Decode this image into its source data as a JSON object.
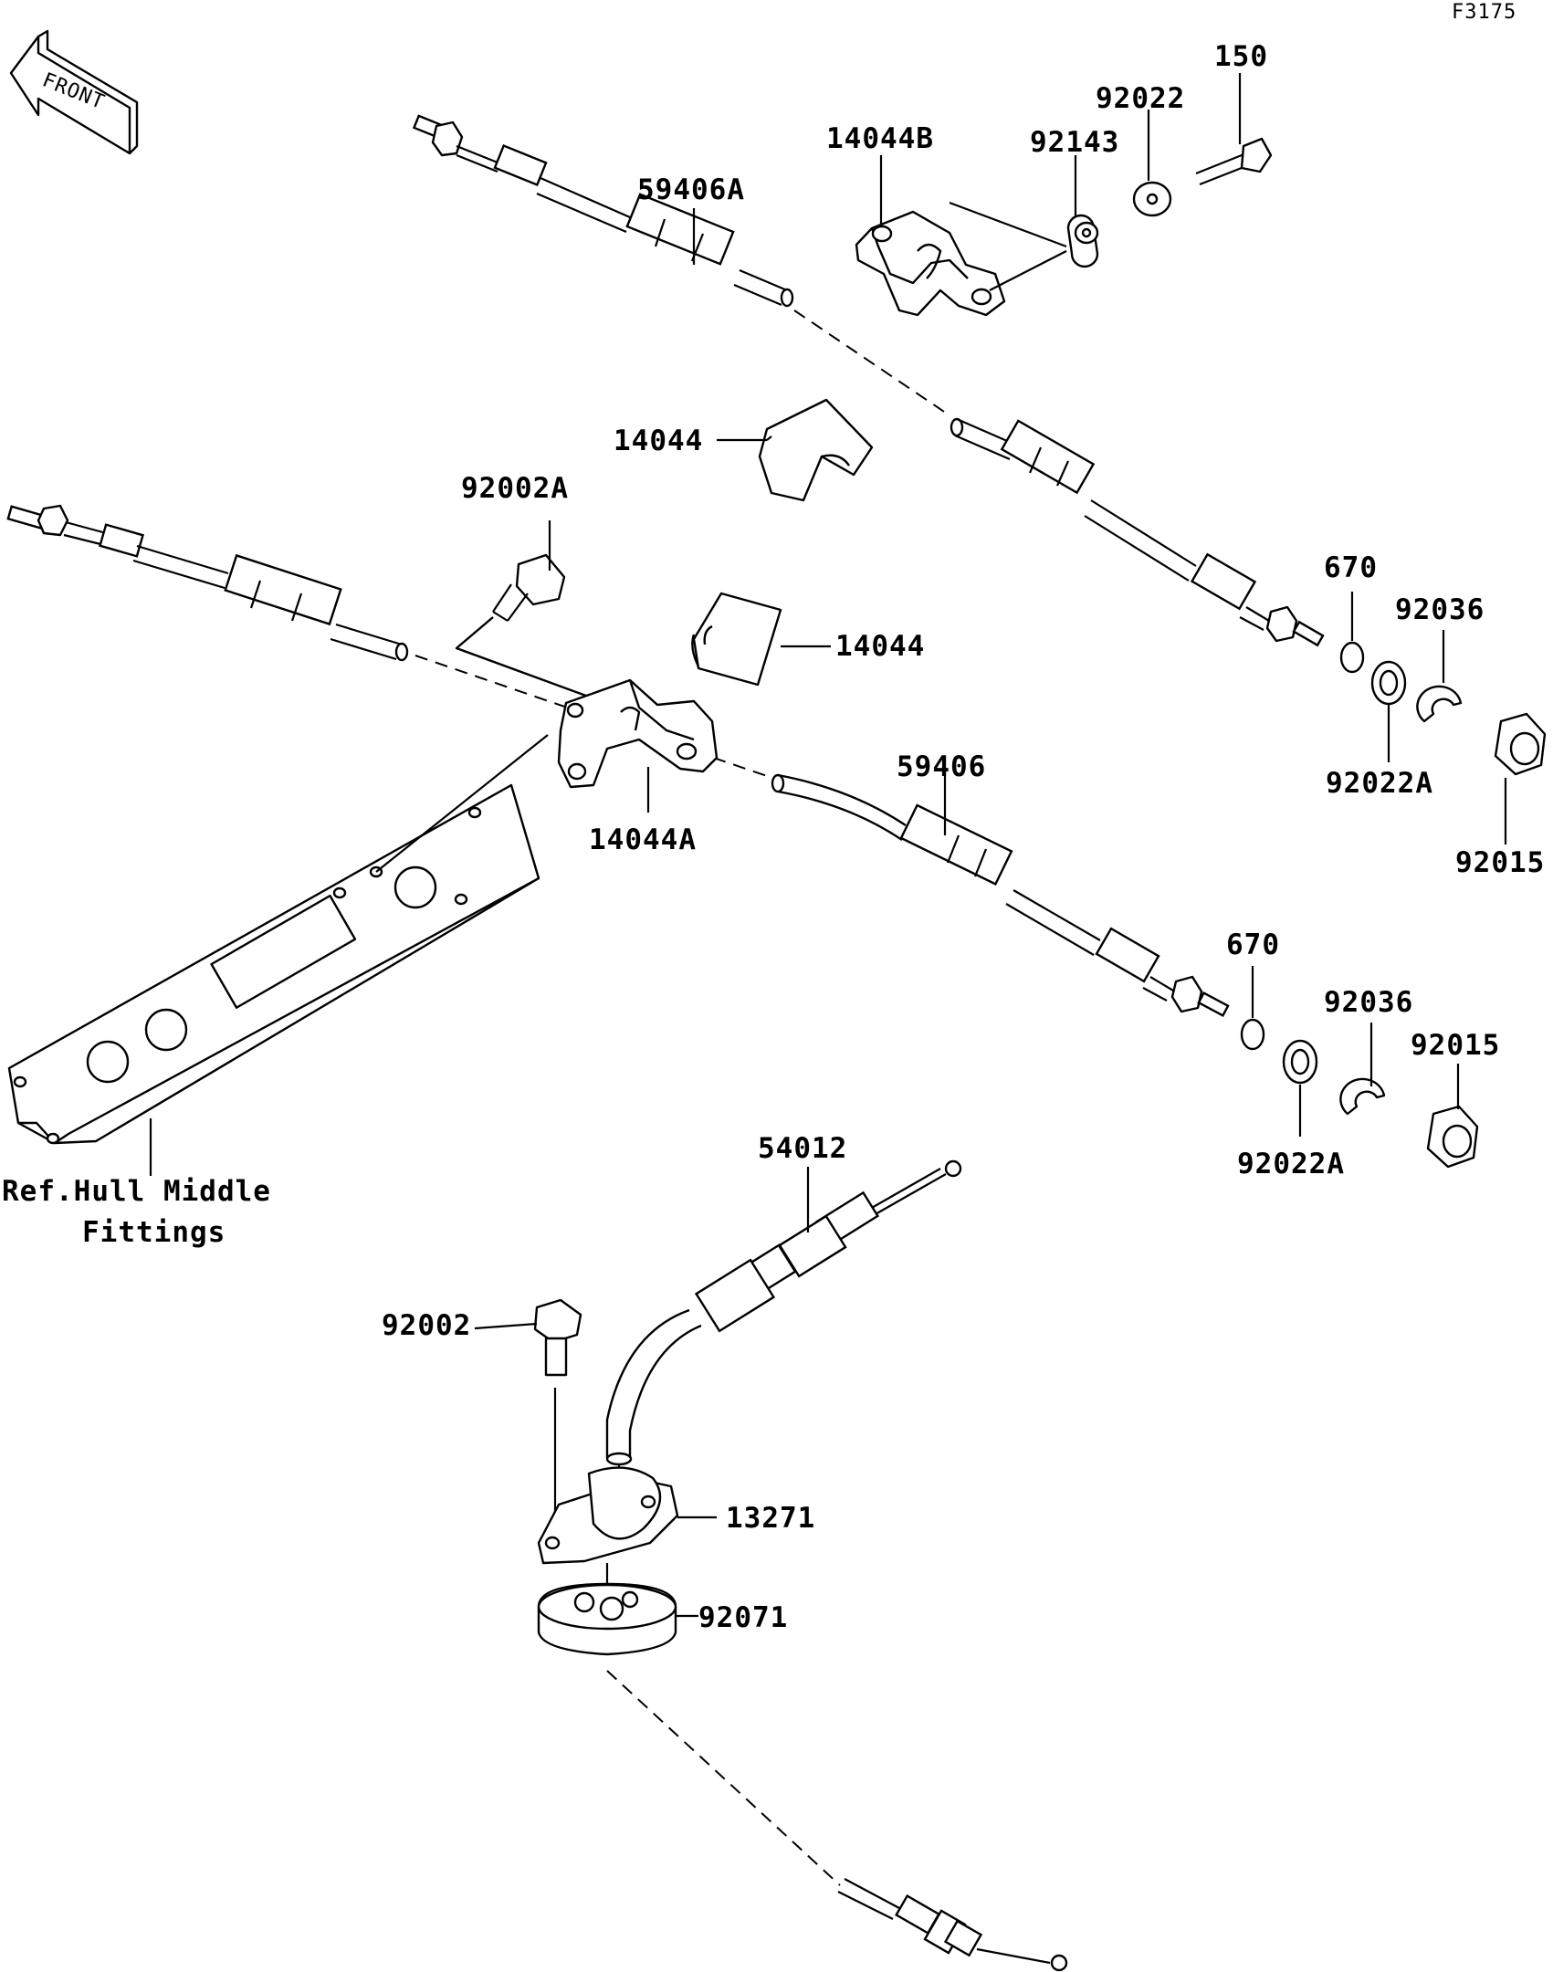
{
  "figure_code": "F3175",
  "front_arrow": {
    "text": "FRONT",
    "icon": "front-arrow-icon"
  },
  "reference_note": {
    "line1": "Ref.Hull Middle",
    "line2": "Fittings"
  },
  "part_labels": {
    "p150": "150",
    "p92022": "92022",
    "p14044B": "14044B",
    "p92143": "92143",
    "p59406A": "59406A",
    "p14044_upper": "14044",
    "p92002A": "92002A",
    "p14044_lower": "14044",
    "p670_upper": "670",
    "p92036_upper": "92036",
    "p92022A_upper": "92022A",
    "p92015_upper": "92015",
    "p59406": "59406",
    "p14044A": "14044A",
    "p670_lower": "670",
    "p92036_lower": "92036",
    "p92015_lower": "92015",
    "p92022A_lower": "92022A",
    "p54012": "54012",
    "p92002": "92002",
    "p13271": "13271",
    "p92071": "92071"
  }
}
